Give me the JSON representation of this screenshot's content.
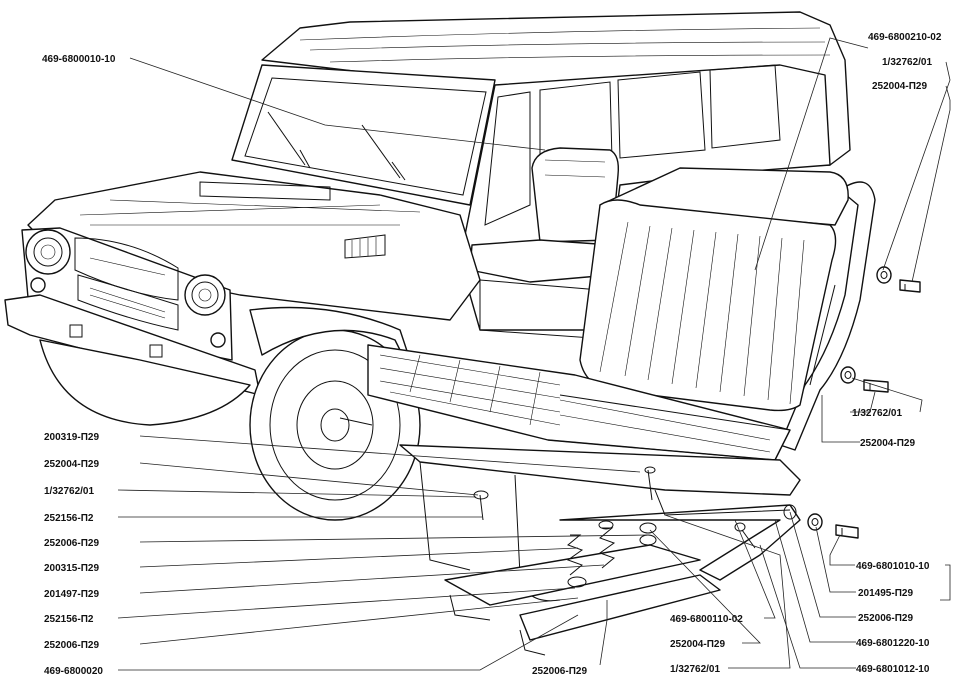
{
  "labels": {
    "l_469_6800010_10": "469-6800010-10",
    "l_469_6800210_02": "469-6800210-02",
    "l_1_32762_01_a": "1/32762/01",
    "l_252004_p29_a": "252004-П29",
    "l_1_32762_01_b": "1/32762/01",
    "l_252004_p29_b": "252004-П29",
    "l_200319_p29": "200319-П29",
    "l_252004_p29_c": "252004-П29",
    "l_1_32762_01_c": "1/32762/01",
    "l_252156_p2_a": "252156-П2",
    "l_252006_p29_a": "252006-П29",
    "l_200315_p29": "200315-П29",
    "l_201497_p29": "201497-П29",
    "l_252156_p2_b": "252156-П2",
    "l_252006_p29_b": "252006-П29",
    "l_469_6800020": "469-6800020",
    "l_252006_p29_c": "252006-П29",
    "l_469_6800110_02": "469-6800110-02",
    "l_252004_p29_d": "252004-П29",
    "l_1_32762_01_d": "1/32762/01",
    "l_469_6801010_10": "469-6801010-10",
    "l_201495_p29": "201495-П29",
    "l_252006_p29_d": "252006-П29",
    "l_469_6801220_10": "469-6801220-10",
    "l_469_6801012_10": "469-6801012-10"
  }
}
